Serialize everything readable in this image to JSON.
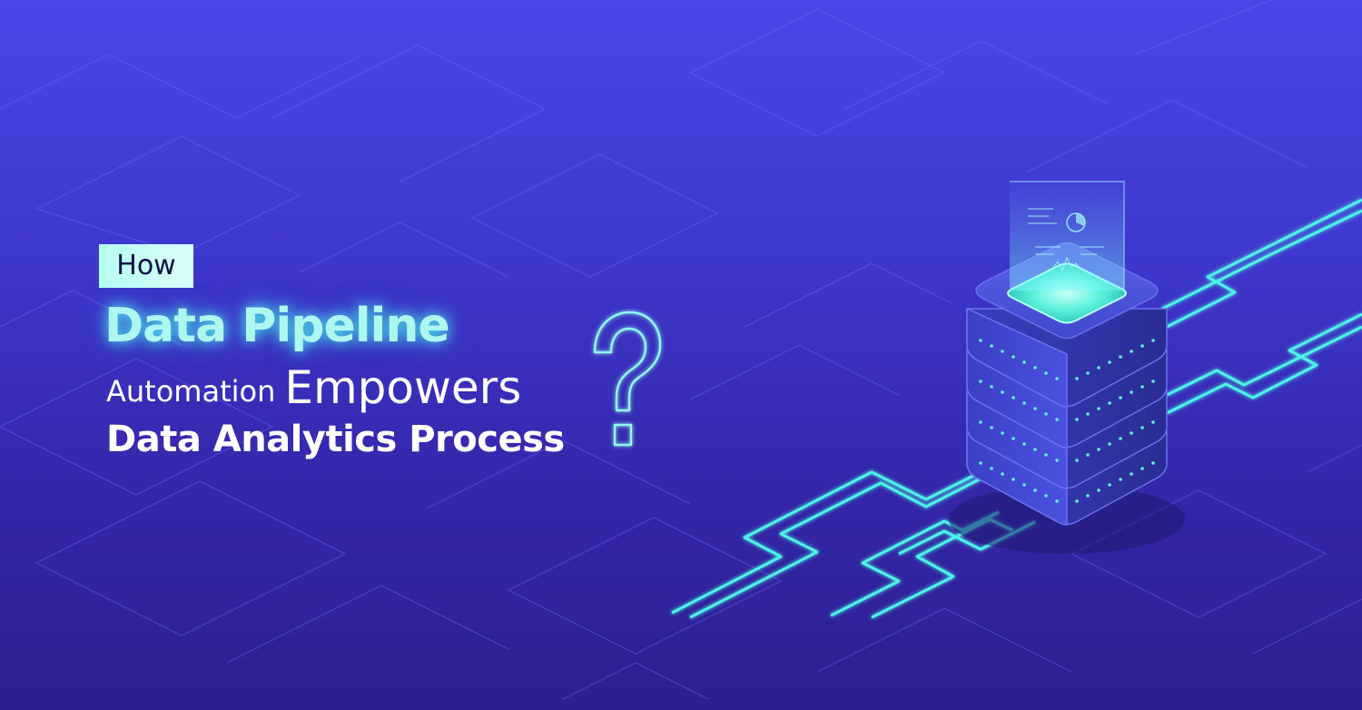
{
  "banner": {
    "badge_text": "How",
    "headline": "Data Pipeline",
    "line2_small": "Automation",
    "line2_big": "Empowers",
    "line3": "Data Analytics Process"
  },
  "colors": {
    "background_top": "#4a46e6",
    "background_bottom": "#2c1f8f",
    "accent_cyan": "#4df2e6",
    "badge_bg": "#c6fff4",
    "headline_glow": "#aef7f1",
    "text_white": "#ffffff"
  },
  "icons": {
    "question": "question-mark-outline",
    "server": "isometric-server-stack",
    "circuit": "circuit-lines"
  }
}
